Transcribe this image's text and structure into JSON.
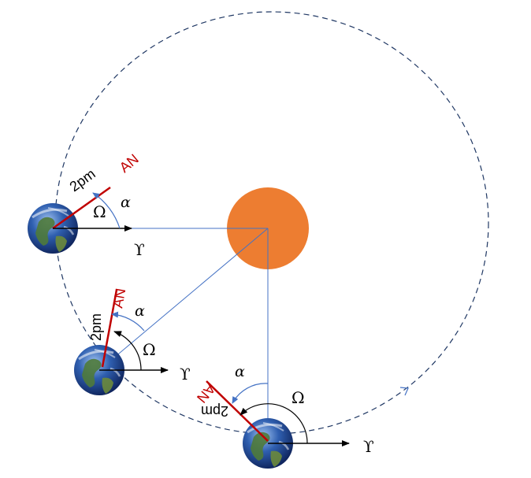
{
  "labels": {
    "ascending_node": "AN",
    "time": "2pm",
    "omega": "Ω",
    "alpha": "α",
    "vernal_equinox": "ϒ"
  },
  "colors": {
    "sun": "#ED7D31",
    "orbit": "#203864",
    "ascending_node_line": "#C00000",
    "reference_line": "#4472C4",
    "arrow": "#000000"
  },
  "positions_count": 3
}
